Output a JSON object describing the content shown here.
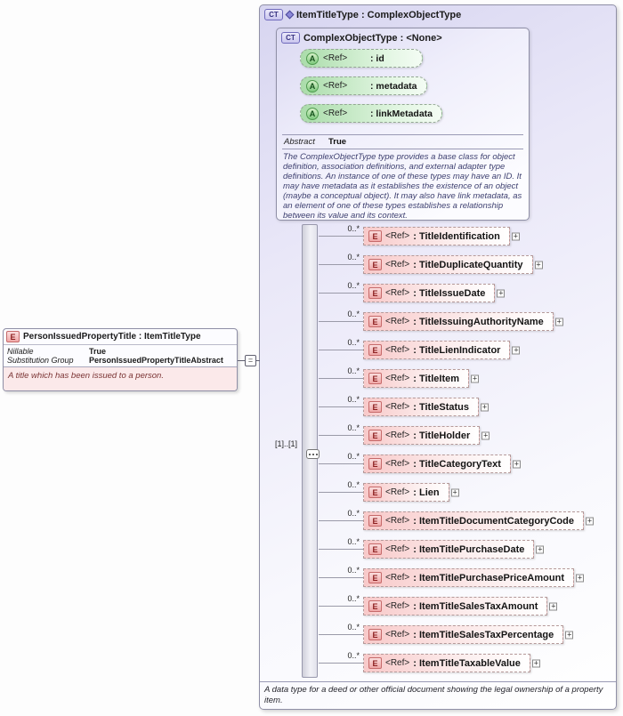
{
  "badges": {
    "ct": "CT",
    "e": "E",
    "a": "A"
  },
  "icons": {
    "expand": "+",
    "connector": "="
  },
  "colors": {
    "type_lavender": "#d7d5f0",
    "element_pink": "#f8c9c9",
    "attribute_green": "#aadcaa",
    "annotation_pink": "#fbe9ea"
  },
  "left_element": {
    "title": "PersonIssuedPropertyTitle : ItemTitleType",
    "properties": [
      {
        "label": "Nillable",
        "value": "True"
      },
      {
        "label": "Substitution Group",
        "value": "PersonIssuedPropertyTitleAbstract"
      }
    ],
    "annotation": "A title which has been issued to a person."
  },
  "outer_type": {
    "title": "ItemTitleType : ComplexObjectType",
    "annotation": "A data type for a deed or other official document showing the legal ownership of a property item."
  },
  "base_type": {
    "title": "ComplexObjectType : <None>",
    "attributes": [
      {
        "ref": "<Ref>",
        "name": ": id"
      },
      {
        "ref": "<Ref>",
        "name": ": metadata"
      },
      {
        "ref": "<Ref>",
        "name": ": linkMetadata"
      }
    ],
    "facets": [
      {
        "label": "Abstract",
        "value": "True"
      }
    ],
    "description": "The ComplexObjectType type provides a base class for object definition, association definitions, and external adapter type definitions. An instance of one of these types may have an ID. It may have metadata as it establishes the existence of an object (maybe a conceptual object). It may also have link metadata, as an element of one of these types establishes a relationship between its value and its context."
  },
  "sequence": {
    "cardinality": "[1]..[1]"
  },
  "elements": [
    {
      "cardinality": "0..*",
      "ref": "<Ref>",
      "name": ": TitleIdentification"
    },
    {
      "cardinality": "0..*",
      "ref": "<Ref>",
      "name": ": TitleDuplicateQuantity"
    },
    {
      "cardinality": "0..*",
      "ref": "<Ref>",
      "name": ": TitleIssueDate"
    },
    {
      "cardinality": "0..*",
      "ref": "<Ref>",
      "name": ": TitleIssuingAuthorityName"
    },
    {
      "cardinality": "0..*",
      "ref": "<Ref>",
      "name": ": TitleLienIndicator"
    },
    {
      "cardinality": "0..*",
      "ref": "<Ref>",
      "name": ": TitleItem"
    },
    {
      "cardinality": "0..*",
      "ref": "<Ref>",
      "name": ": TitleStatus"
    },
    {
      "cardinality": "0..*",
      "ref": "<Ref>",
      "name": ": TitleHolder"
    },
    {
      "cardinality": "0..*",
      "ref": "<Ref>",
      "name": ": TitleCategoryText"
    },
    {
      "cardinality": "0..*",
      "ref": "<Ref>",
      "name": ": Lien"
    },
    {
      "cardinality": "0..*",
      "ref": "<Ref>",
      "name": ": ItemTitleDocumentCategoryCode"
    },
    {
      "cardinality": "0..*",
      "ref": "<Ref>",
      "name": ": ItemTitlePurchaseDate"
    },
    {
      "cardinality": "0..*",
      "ref": "<Ref>",
      "name": ": ItemTitlePurchasePriceAmount"
    },
    {
      "cardinality": "0..*",
      "ref": "<Ref>",
      "name": ": ItemTitleSalesTaxAmount"
    },
    {
      "cardinality": "0..*",
      "ref": "<Ref>",
      "name": ": ItemTitleSalesTaxPercentage"
    },
    {
      "cardinality": "0..*",
      "ref": "<Ref>",
      "name": ": ItemTitleTaxableValue"
    }
  ]
}
